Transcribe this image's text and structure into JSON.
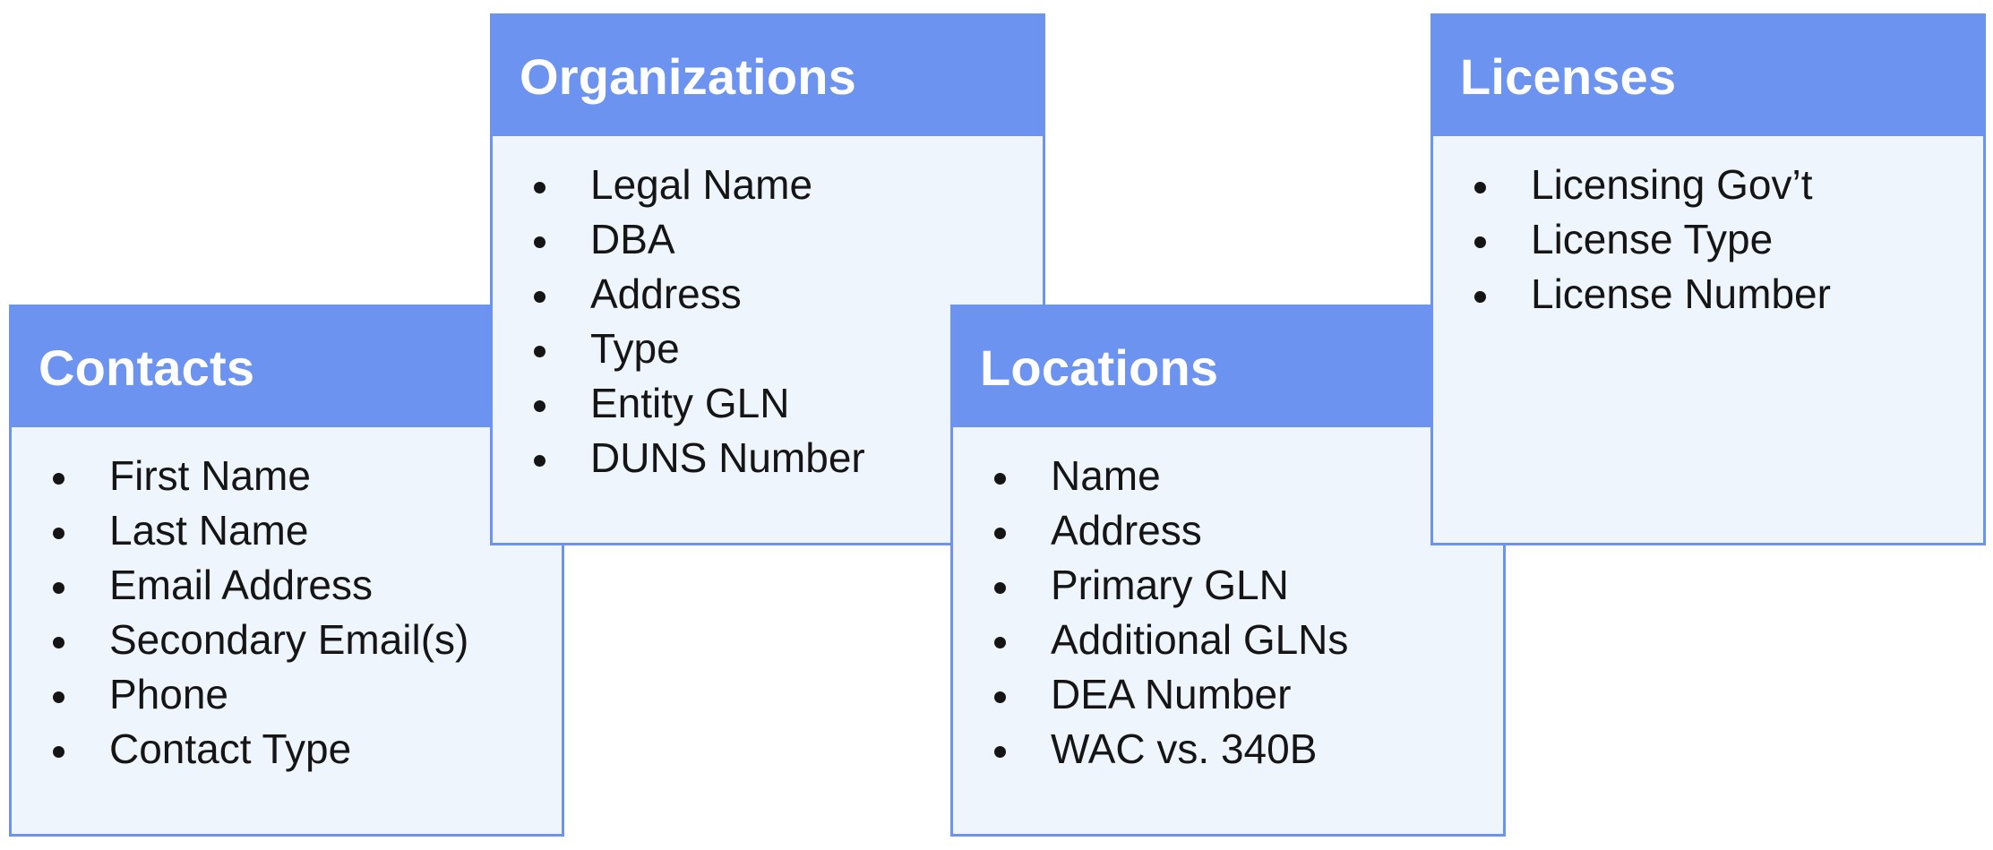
{
  "cards": [
    {
      "title": "Contacts",
      "items": [
        "First Name",
        "Last Name",
        "Email Address",
        "Secondary Email(s)",
        "Phone",
        "Contact Type"
      ]
    },
    {
      "title": "Organizations",
      "items": [
        "Legal Name",
        "DBA",
        "Address",
        "Type",
        "Entity GLN",
        "DUNS Number"
      ]
    },
    {
      "title": "Locations",
      "items": [
        "Name",
        "Address",
        "Primary GLN",
        "Additional GLNs",
        "DEA Number",
        "WAC vs. 340B"
      ]
    },
    {
      "title": "Licenses",
      "items": [
        "Licensing Gov’t",
        "License Type",
        "License Number"
      ]
    }
  ],
  "colors": {
    "header": "#6b93ef",
    "body": "#eff5fd",
    "text": "#151515"
  }
}
